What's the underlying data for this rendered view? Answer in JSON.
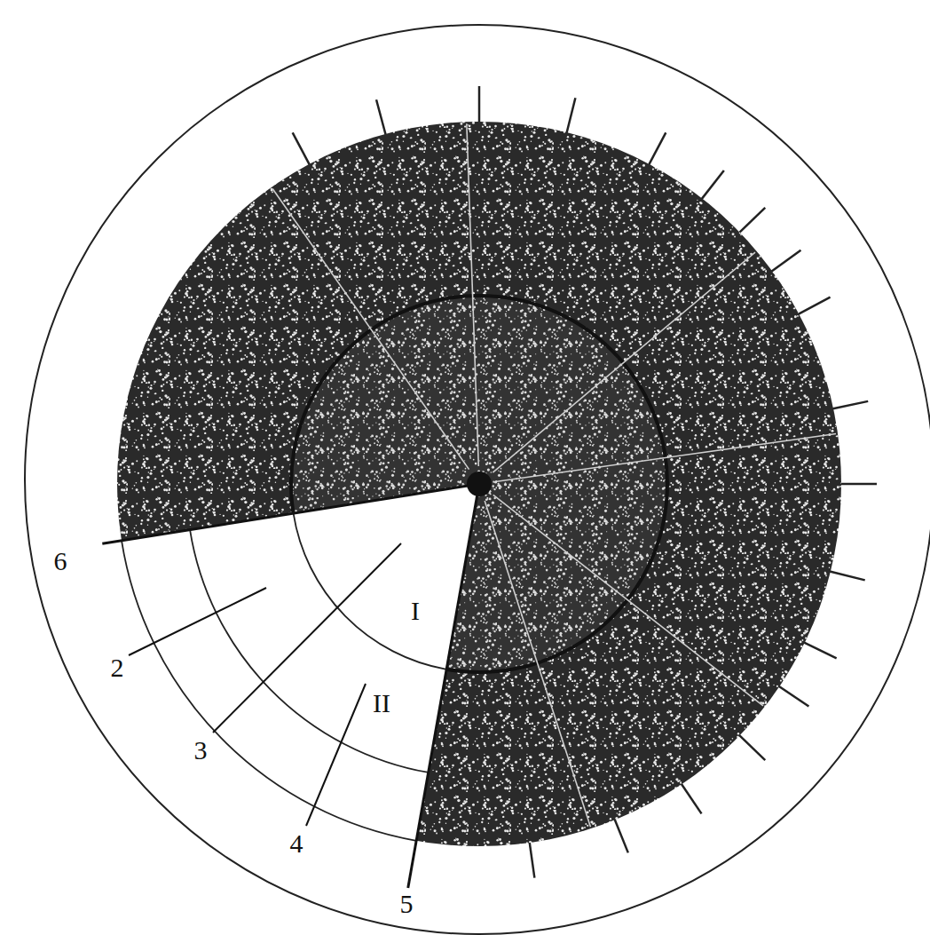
{
  "diagram": {
    "labels": [
      "6",
      "2",
      "3",
      "4",
      "5",
      "I",
      "II"
    ]
  }
}
